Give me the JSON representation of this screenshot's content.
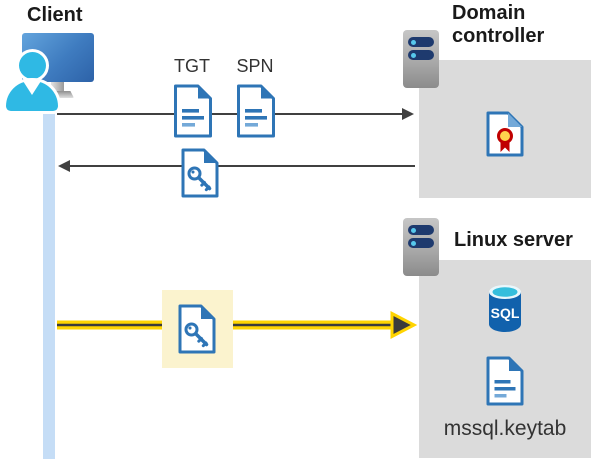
{
  "client": {
    "label": "Client"
  },
  "domain_controller": {
    "label": "Domain controller"
  },
  "linux_server": {
    "label": "Linux server",
    "sql_badge": "SQL",
    "keytab_label": "mssql.keytab"
  },
  "messages": {
    "tgt_label": "TGT",
    "spn_label": "SPN"
  },
  "icons": {
    "client": "user-at-computer-icon",
    "server": "server-icon",
    "ticket_document": "document-icon",
    "service_ticket": "key-document-icon",
    "certificate": "certificate-icon",
    "database": "sql-database-icon",
    "keytab_file": "document-icon"
  },
  "colors": {
    "doc_blue": "#2e75b6",
    "doc_blue_light": "#74a9d8",
    "person_cyan": "#2fb9e4",
    "lifeline_blue": "#c5ddf6",
    "box_gray": "#dbdbdb",
    "server_slot_navy": "#1e3a6e",
    "server_dot_cyan": "#57c8ec",
    "arrow_gray": "#404040",
    "highlight_yellow": "#fbf3ce",
    "arrow_yellow": "#ffd400",
    "arrow_dark_core": "#3b3b3b",
    "sql_body_blue": "#1161ac",
    "sql_top_cyan": "#35bedc",
    "cert_red": "#c00000",
    "cert_gold": "#ffd34d"
  }
}
